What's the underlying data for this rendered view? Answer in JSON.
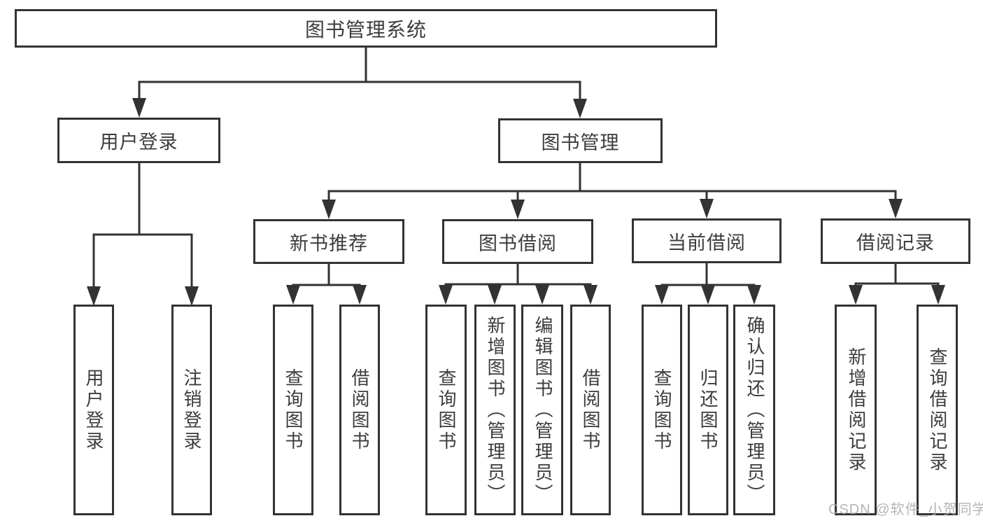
{
  "colors": {
    "line": "#333333",
    "box_border": "#333333",
    "box_background": "#ffffff",
    "text": "#3c3c3c",
    "watermark": "#a9a9a9"
  },
  "tree": {
    "root": {
      "label": "图书管理系统",
      "children": [
        {
          "label": "用户登录",
          "children": [
            {
              "label": "用户登录"
            },
            {
              "label": "注销登录"
            }
          ]
        },
        {
          "label": "图书管理",
          "children": [
            {
              "label": "新书推荐",
              "children": [
                {
                  "label": "查询图书"
                },
                {
                  "label": "借阅图书"
                }
              ]
            },
            {
              "label": "图书借阅",
              "children": [
                {
                  "label": "查询图书"
                },
                {
                  "label": "新增图书（管理员）"
                },
                {
                  "label": "编辑图书（管理员）"
                },
                {
                  "label": "借阅图书"
                }
              ]
            },
            {
              "label": "当前借阅",
              "children": [
                {
                  "label": "查询图书"
                },
                {
                  "label": "归还图书"
                },
                {
                  "label": "确认归还（管理员）"
                }
              ]
            },
            {
              "label": "借阅记录",
              "children": [
                {
                  "label": "新增借阅记录"
                },
                {
                  "label": "查询借阅记录"
                }
              ]
            }
          ]
        }
      ]
    }
  },
  "watermark": {
    "text": "CSDN @软件_小贺同学"
  }
}
